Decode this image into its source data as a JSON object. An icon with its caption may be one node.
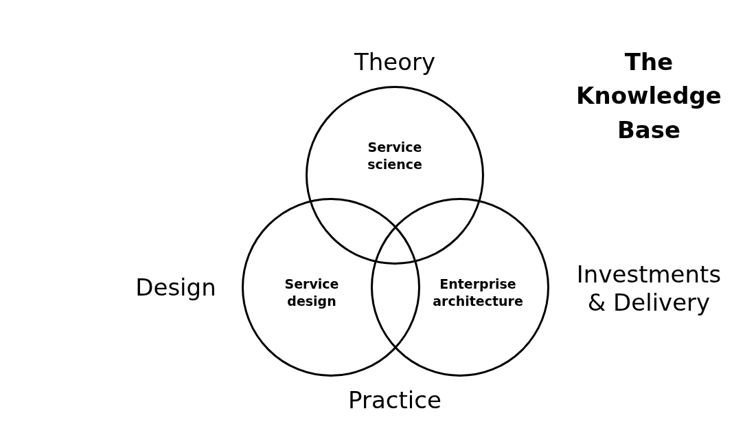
{
  "diagram": {
    "title": "The Knowledge Base",
    "nodes": [
      {
        "text": [
          "Service science"
        ]
      },
      {
        "text": [
          "Service design"
        ]
      },
      {
        "text": [
          "Enterprise architecture"
        ]
      }
    ],
    "labels": [
      "Theory",
      "Design",
      "Investments & Delivery",
      "Practice"
    ]
  }
}
